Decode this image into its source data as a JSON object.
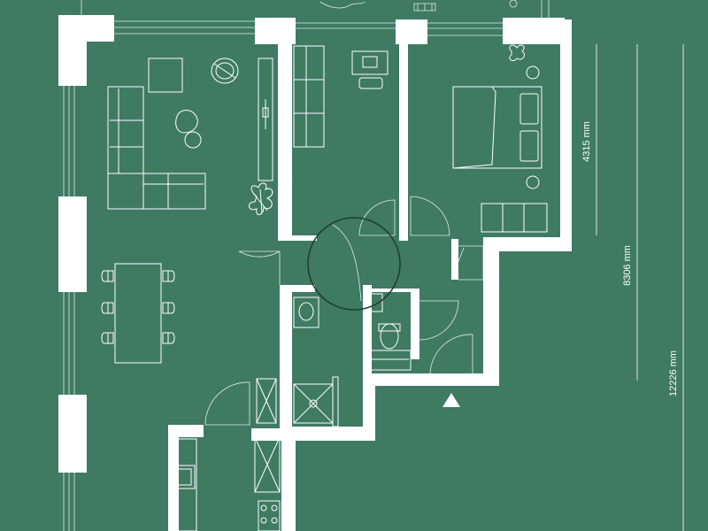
{
  "plan": {
    "background_color": "#3f7a63",
    "wall_color": "#ffffff",
    "dimensions": [
      {
        "label": "4315 mm"
      },
      {
        "label": "8306 mm"
      },
      {
        "label": "12226 mm"
      }
    ],
    "icons": [
      "entrance-arrow-icon",
      "turning-circle-icon",
      "plant-icon"
    ]
  }
}
